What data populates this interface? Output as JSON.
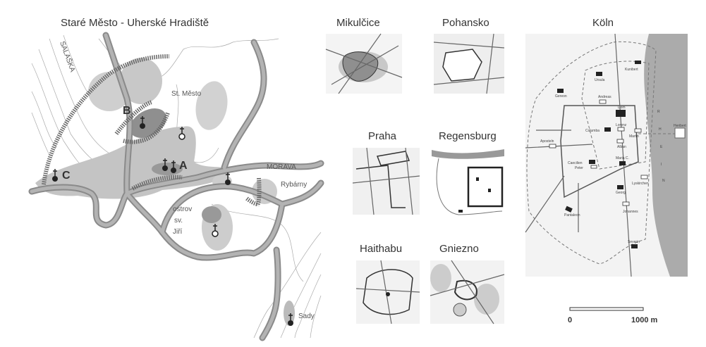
{
  "figure": {
    "main_map": {
      "title": "Staré Město - Uherské Hradiště",
      "labels": {
        "salaska": "SALAŠKA",
        "st_mesto": "St. Město",
        "morava": "MORAVA",
        "rybarny": "Rybárny",
        "ostrov": "ostrov",
        "sv": "sv.",
        "jiri": "Jiří",
        "sady": "Sady",
        "a": "A",
        "b": "B",
        "c": "C"
      }
    },
    "small_maps": [
      {
        "title": "Mikulčice"
      },
      {
        "title": "Pohansko"
      },
      {
        "title": "Praha"
      },
      {
        "title": "Regensburg"
      },
      {
        "title": "Haithabu"
      },
      {
        "title": "Gniezno"
      }
    ],
    "koln_map": {
      "title": "Köln",
      "churches": [
        "Kunibert",
        "Ursula",
        "Gereon",
        "Andreas",
        "Dom",
        "Lorenz",
        "Columba",
        "Martin",
        "Heribert",
        "Aposteln",
        "Alban",
        "Maria C.",
        "Caecilien",
        "Peter",
        "Lyskirchen",
        "Georg",
        "Pantaleon",
        "Johannes",
        "Severin"
      ],
      "river_letters": [
        "R",
        "H",
        "E",
        "I",
        "N"
      ],
      "scale_bar": {
        "start_label": "0",
        "end_label": "1000 m"
      }
    }
  }
}
